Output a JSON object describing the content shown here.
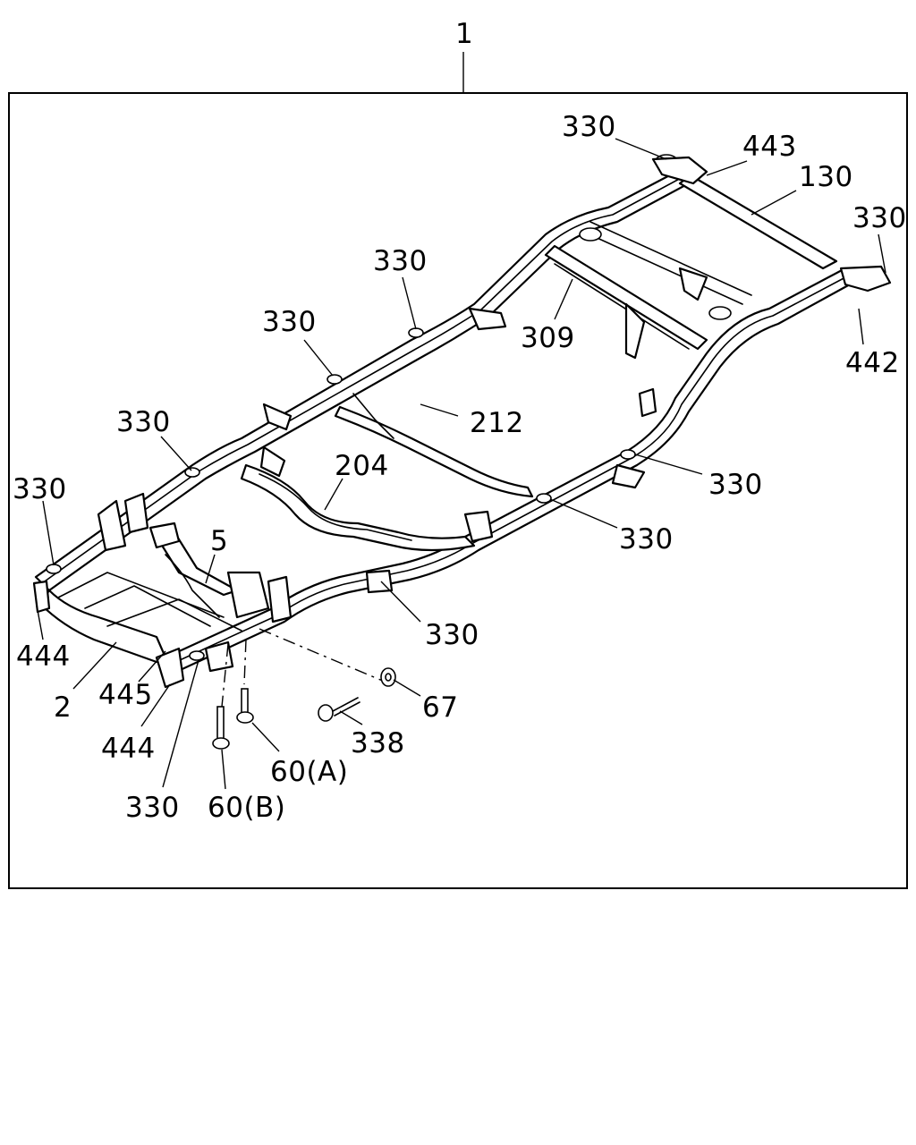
{
  "diagram": {
    "assembly_callout": "1",
    "callouts": {
      "330_top_right": "330",
      "443": "443",
      "130": "130",
      "330_right": "330",
      "442": "442",
      "330_upper_mid": "330",
      "330_mid": "330",
      "309": "309",
      "212": "212",
      "330_left_mid": "330",
      "204": "204",
      "330_right_side_1": "330",
      "330_right_side_2": "330",
      "330_front_left": "330",
      "5": "5",
      "444_left": "444",
      "330_bottom_center": "330",
      "2": "2",
      "445": "445",
      "67": "67",
      "444_bottom": "444",
      "338": "338",
      "60a": "60(A)",
      "330_bottom": "330",
      "60b": "60(B)"
    }
  }
}
